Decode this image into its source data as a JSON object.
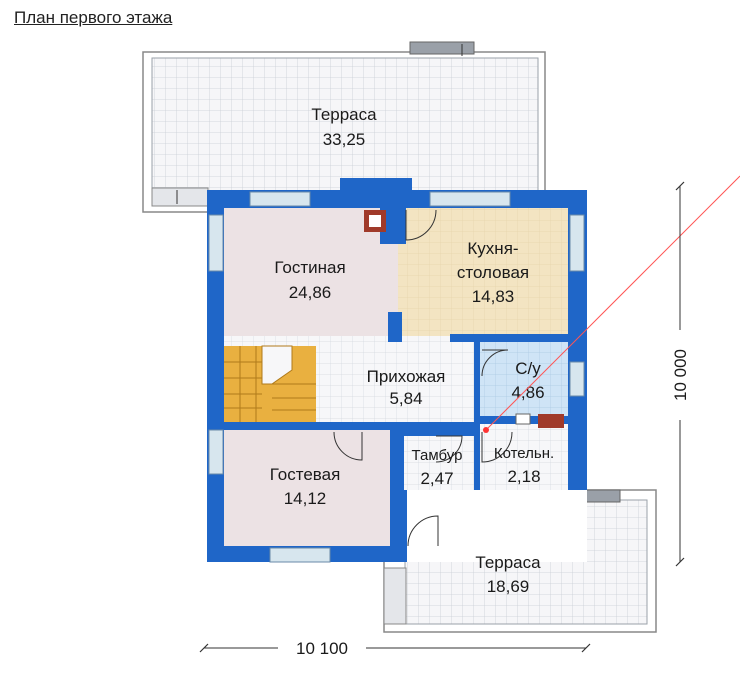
{
  "title": "План первого этажа",
  "colors": {
    "wall": "#1f66c8",
    "wall_dark": "#0f3f8a",
    "window": "#d7e6ee",
    "grid_line": "#c9ced6",
    "terrace_fill": "#f4f4f6",
    "living_fill": "#ece2e4",
    "kitchen_fill": "#f3e4c2",
    "bath_fill": "#cfe4f6",
    "stairs": "#e9b040",
    "fireplace": "#a03a2a",
    "diagonal_line": "#ff5555"
  },
  "rooms": [
    {
      "id": "terrace-top",
      "name": "Терраса",
      "area": "33,25"
    },
    {
      "id": "living",
      "name": "Гостиная",
      "area": "24,86"
    },
    {
      "id": "kitchen",
      "name": "Кухня-\nстоловая",
      "name_line1": "Кухня-",
      "name_line2": "столовая",
      "area": "14,83"
    },
    {
      "id": "hall",
      "name": "Прихожая",
      "area": "5,84"
    },
    {
      "id": "bathroom",
      "name": "С/у",
      "area": "4,86"
    },
    {
      "id": "guest",
      "name": "Гостевая",
      "area": "14,12"
    },
    {
      "id": "vestibule",
      "name": "Тамбур",
      "area": "2,47"
    },
    {
      "id": "boiler",
      "name": "Котельн.",
      "area": "2,18"
    },
    {
      "id": "terrace-bottom",
      "name": "Терраса",
      "area": "18,69"
    }
  ],
  "dimensions": {
    "width": "10 100",
    "height": "10 000"
  }
}
